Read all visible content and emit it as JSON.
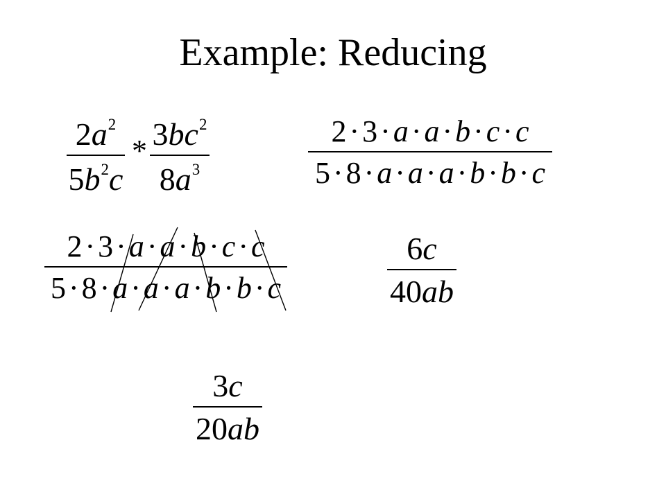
{
  "title": "Example: Reducing",
  "multiplication_sign": "*",
  "dot": "·",
  "fraction1": {
    "num": {
      "coef": "2",
      "var1": "a",
      "exp1": "2"
    },
    "den": {
      "coef": "5",
      "var1": "b",
      "exp1": "2",
      "var2": "c"
    }
  },
  "fraction2": {
    "num": {
      "coef": "3",
      "vars": "bc",
      "exp": "2"
    },
    "den": {
      "coef": "8",
      "var1": "a",
      "exp1": "3"
    }
  },
  "expanded": {
    "num": [
      "2",
      "3",
      "a",
      "a",
      "b",
      "c",
      "c"
    ],
    "den": [
      "5",
      "8",
      "a",
      "a",
      "a",
      "b",
      "b",
      "c"
    ]
  },
  "cancelled": {
    "num": [
      "2",
      "3",
      "a",
      "a",
      "b",
      "c",
      "c"
    ],
    "den": [
      "5",
      "8",
      "a",
      "a",
      "a",
      "b",
      "b",
      "c"
    ]
  },
  "result1": {
    "num_coef": "6",
    "num_var": "c",
    "den_coef": "40",
    "den_var": "ab"
  },
  "result2": {
    "num_coef": "3",
    "num_var": "c",
    "den_coef": "20",
    "den_var": "ab"
  }
}
